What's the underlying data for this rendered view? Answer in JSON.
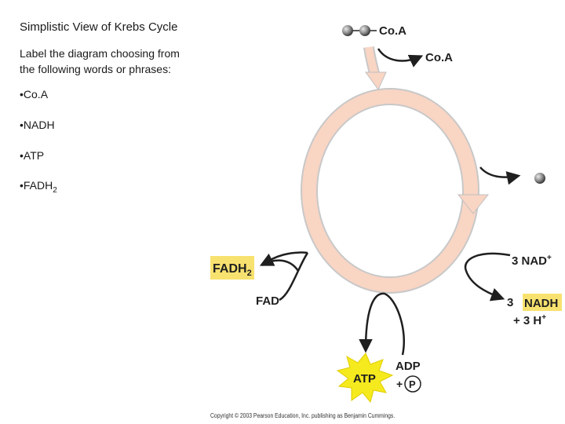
{
  "title": "Simplistic View of Krebs Cycle",
  "instructions": "Label the diagram choosing from the following words or phrases:",
  "word_options": [
    {
      "bullet": "•",
      "text": "Co.A",
      "sub": ""
    },
    {
      "bullet": "•",
      "text": "NADH",
      "sub": ""
    },
    {
      "bullet": "•",
      "text": "ATP",
      "sub": ""
    },
    {
      "bullet": "•",
      "text": "FADH",
      "sub": "2"
    }
  ],
  "diagram": {
    "coa_in": "Co.A",
    "coa_out": "Co.A",
    "fadh2": {
      "text": "FADH",
      "sub": "2"
    },
    "fad": "FAD",
    "nad": {
      "text": "3 NAD",
      "sup": "+"
    },
    "nadh_coef": "3",
    "nadh": "NADH",
    "h_plus": {
      "text": "+ 3 H",
      "sup": "+"
    },
    "atp": "ATP",
    "adp": "ADP",
    "plus": "+",
    "p": "P"
  },
  "colors": {
    "cycle_fill": "#f9d5c4",
    "cycle_edge": "#c0c0c0",
    "highlight": "#f8e26f",
    "atp_burst": "#f5ea1e"
  },
  "copyright": "Copyright © 2003 Pearson Education, Inc. publishing as Benjamin Cummings."
}
